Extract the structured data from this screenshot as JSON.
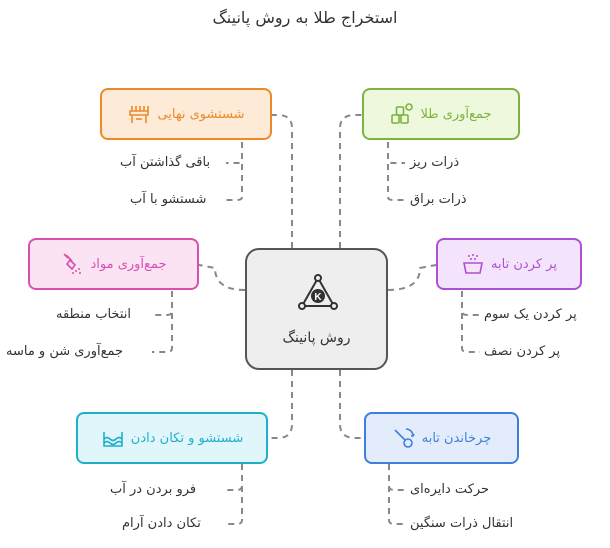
{
  "title": "استخراج طلا به روش پانینگ",
  "center": {
    "label": "روش پانینگ",
    "icon": "triangle-k-icon"
  },
  "nodes": {
    "gold_collection": {
      "label": "جمع‌آوری طلا",
      "icon": "gold-bars-icon",
      "color": "#7cb342",
      "fill": "#eef8dc",
      "children": [
        "ذرات ریز",
        "ذرات براق"
      ]
    },
    "fill_pan": {
      "label": "پر کردن تابه",
      "icon": "pan-fill-icon",
      "color": "#b04fd6",
      "fill": "#f4e4fb",
      "children": [
        "پر کردن یک سوم",
        "پر کردن نصف"
      ]
    },
    "rotate_pan": {
      "label": "چرخاندن تابه",
      "icon": "rotate-pan-icon",
      "color": "#3f7fd9",
      "fill": "#e3ecfb",
      "children": [
        "حرکت دایره‌ای",
        "انتقال ذرات سنگین"
      ]
    },
    "wash_shake": {
      "label": "شستشو و تکان دادن",
      "icon": "water-waves-icon",
      "color": "#1fb0c9",
      "fill": "#e1f6fa",
      "children": [
        "فرو بردن در آب",
        "تکان دادن آرام"
      ]
    },
    "material_collection": {
      "label": "جمع‌آوری مواد",
      "icon": "shovel-icon",
      "color": "#d94fb0",
      "fill": "#fbe3f3",
      "children": [
        "انتخاب منطقه",
        "جمع‌آوری شن و ماسه"
      ]
    },
    "final_wash": {
      "label": "شستشوی نهایی",
      "icon": "wash-station-icon",
      "color": "#ec8a2a",
      "fill": "#fdebd8",
      "children": [
        "باقی گذاشتن آب",
        "شستشو با آب"
      ]
    }
  }
}
